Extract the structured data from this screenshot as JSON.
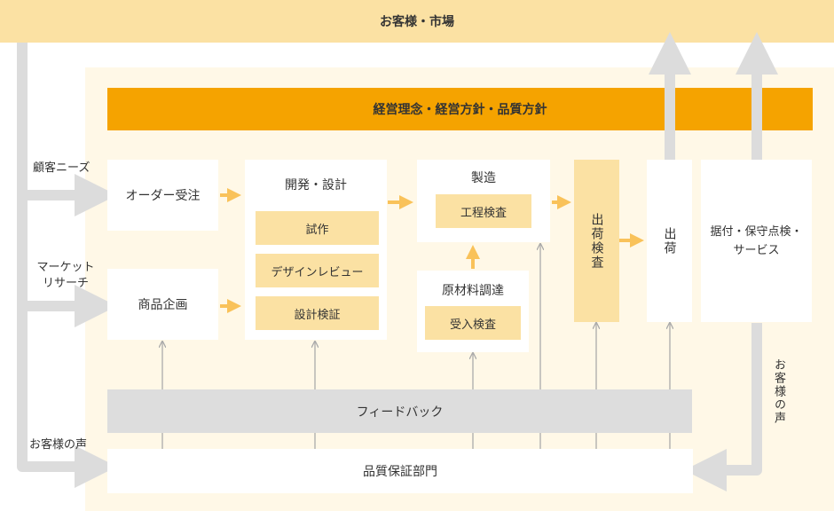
{
  "top_bar": "お客様・市場",
  "policy": "経営理念・経営方針・品質方針",
  "side_labels": {
    "needs": "顧客ニーズ",
    "research_line1": "マーケット",
    "research_line2": "リサーチ",
    "voice_left": "お客様の声",
    "voice_right": "お客様の声"
  },
  "boxes": {
    "order": "オーダー受注",
    "planning": "商品企画",
    "dev": {
      "title": "開発・設計",
      "steps": [
        "試作",
        "デザインレビュー",
        "設計検証"
      ]
    },
    "manufacturing": {
      "title": "製造",
      "step": "工程検査"
    },
    "materials": {
      "title": "原材料調達",
      "step": "受入検査"
    },
    "ship_inspect": "出荷検査",
    "ship": "出荷",
    "service_line1": "据付・保守点検・",
    "service_line2": "サービス"
  },
  "feedback": "フィードバック",
  "qa": "品質保証部門",
  "colors": {
    "cream": "#fff8e7",
    "light_orange": "#fbe1a3",
    "orange": "#f5a300",
    "arrow_orange": "#f9c25a",
    "gray_arrow": "#dcdcdc",
    "thin_arrow": "#aaaaaa"
  }
}
